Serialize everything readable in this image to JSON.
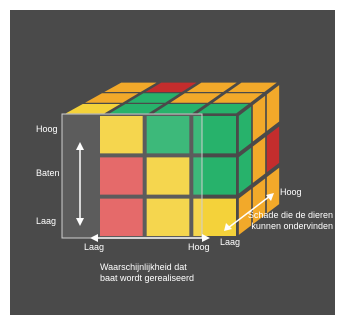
{
  "background_color": "#4a4a4a",
  "text_color": "#ffffff",
  "palette": {
    "red": "#e35a5a",
    "yellow": "#f4d23a",
    "green": "#27b26b",
    "orange": "#f2a92a",
    "dark_red": "#c42d2d",
    "dark_orange": "#c99416"
  },
  "axes": {
    "vertical": {
      "title": "Baten",
      "high": "Hoog",
      "low": "Laag"
    },
    "horizontal": {
      "title": "Waarschijnlijkheid dat baat wordt gerealiseerd",
      "low": "Laag",
      "high": "Hoog"
    },
    "depth": {
      "title": "Schade die de dieren kunnen ondervinden",
      "low": "Laag",
      "high": "Hoog"
    }
  },
  "cube": {
    "front_grid": [
      [
        "yellow",
        "green",
        "green"
      ],
      [
        "red",
        "yellow",
        "green"
      ],
      [
        "red",
        "yellow",
        "yellow"
      ]
    ],
    "top_grid": [
      [
        "orange",
        "dark_red",
        "orange",
        "orange"
      ],
      [
        "orange",
        "green",
        "orange",
        "orange"
      ],
      [
        "yellow",
        "green",
        "green",
        "green"
      ]
    ],
    "right_grid": [
      [
        "green",
        "orange",
        "orange"
      ],
      [
        "green",
        "orange",
        "dark_red"
      ],
      [
        "orange",
        "orange",
        "orange"
      ]
    ]
  }
}
